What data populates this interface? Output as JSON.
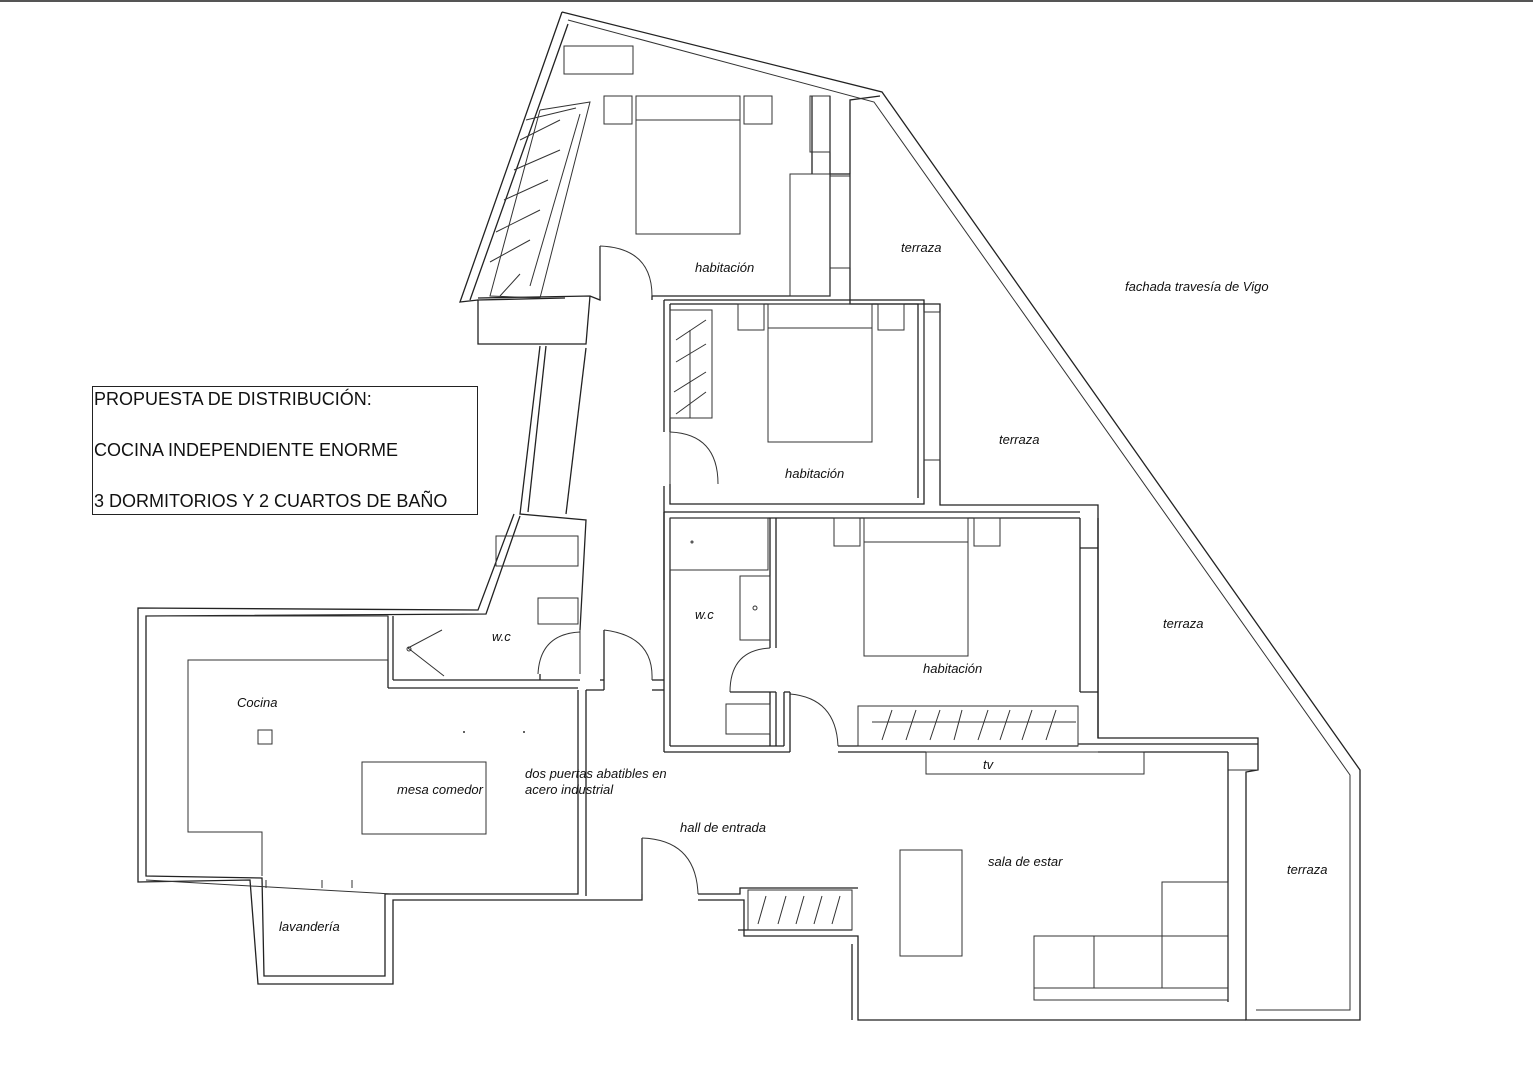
{
  "legend": {
    "line1": "PROPUESTA DE DISTRIBUCIÓN:",
    "line2": "COCINA INDEPENDIENTE ENORME",
    "line3": "3 DORMITORIOS Y 2 CUARTOS DE BAÑO"
  },
  "rooms": {
    "bedroom_top": "habitación",
    "bedroom_middle": "habitación",
    "bedroom_bottom": "habitación",
    "wc_left": "w.c",
    "wc_right": "w.c",
    "kitchen": "Cocina",
    "dining_table": "mesa comedor",
    "laundry": "lavandería",
    "hall": "hall de entrada",
    "living": "sala de estar",
    "tv": "tv",
    "doors_note_line1": "dos puertas abatibles en",
    "doors_note_line2": "acero industrial"
  },
  "outside": {
    "terrace_1": "terraza",
    "terrace_2": "terraza",
    "terrace_3": "terraza",
    "terrace_4": "terraza",
    "facade": "fachada travesía de Vigo"
  }
}
